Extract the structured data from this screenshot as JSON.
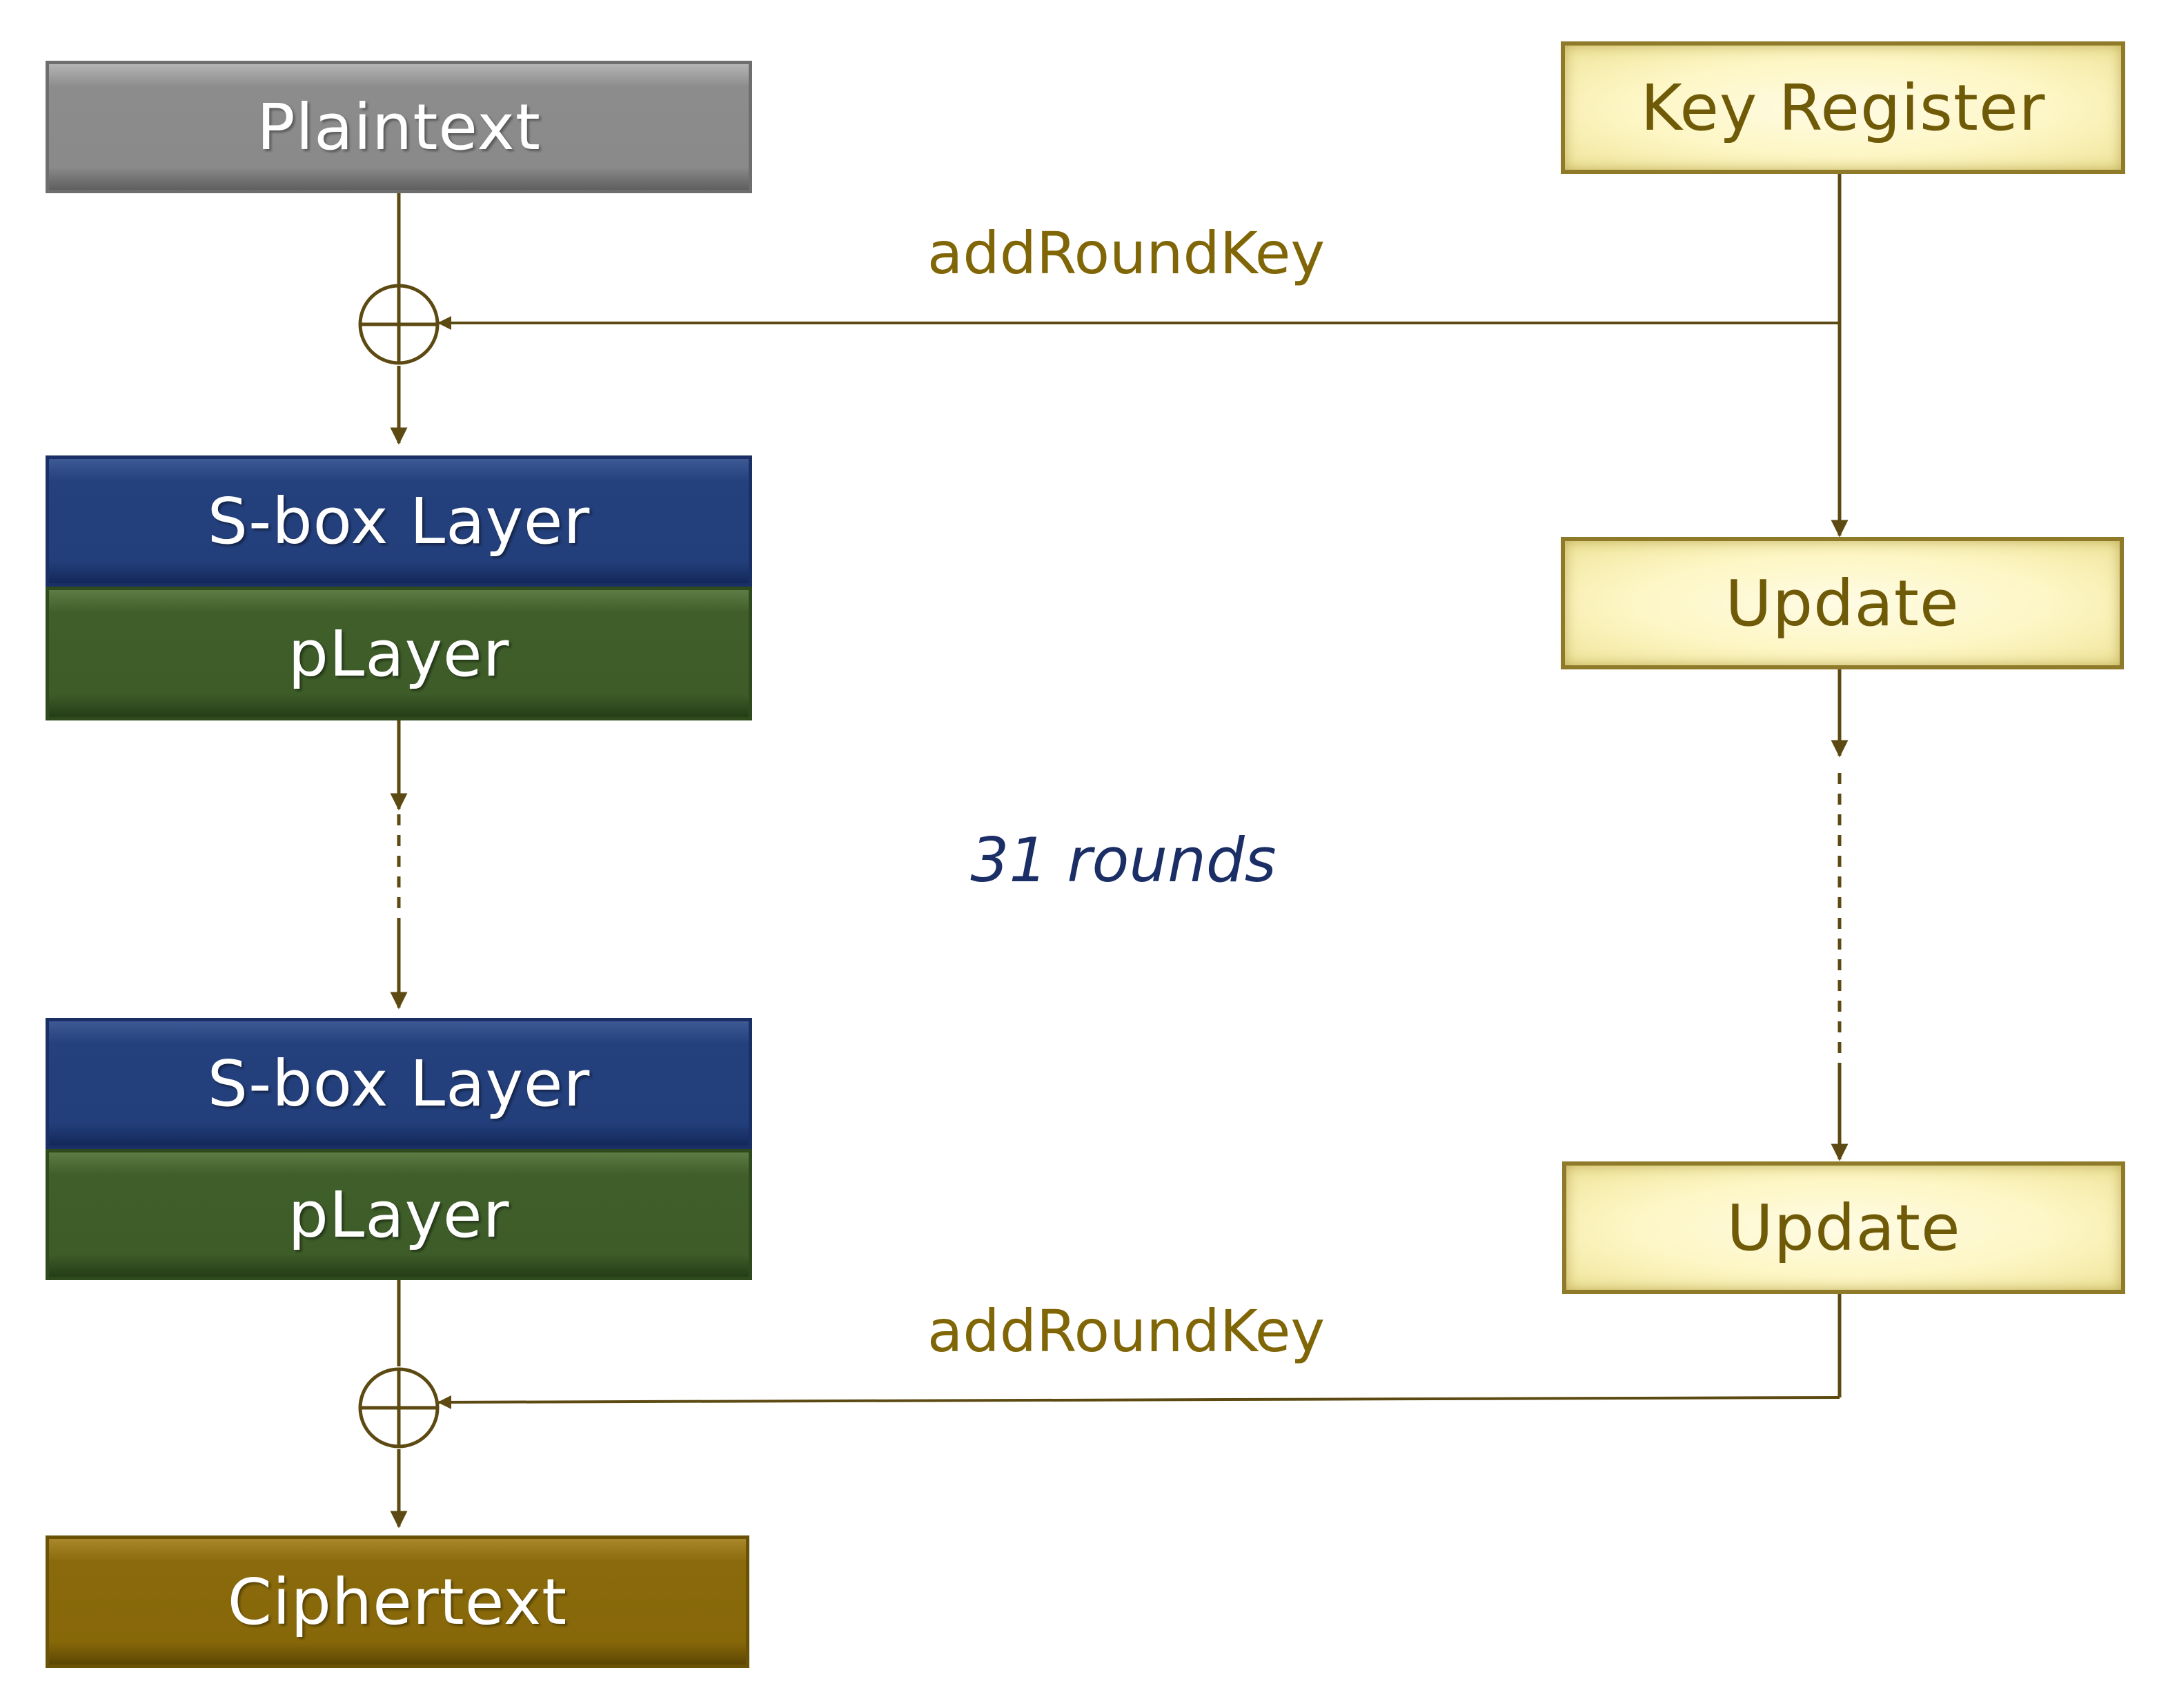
{
  "cipher_path": {
    "input_label": "Plaintext",
    "rounds": [
      {
        "sbox_label": "S-box Layer",
        "player_label": "pLayer"
      },
      {
        "sbox_label": "S-box Layer",
        "player_label": "pLayer"
      }
    ],
    "output_label": "Ciphertext"
  },
  "key_path": {
    "register_label": "Key Register",
    "update_labels": [
      "Update",
      "Update"
    ]
  },
  "edge_labels": {
    "add_round_key_top": "addRoundKey",
    "add_round_key_bottom": "addRoundKey"
  },
  "annotation": {
    "rounds_label": "31 rounds"
  },
  "colors": {
    "plaintext": "#8a8a8a",
    "sbox": "#24407d",
    "player": "#3f5e2a",
    "ciphertext": "#8a6a0c",
    "key_box_fill": "#fdf6c4",
    "key_box_border": "#8f7a2a",
    "wire": "#5c4a12",
    "edge_label": "#806606",
    "rounds_label": "#1b2f66"
  }
}
